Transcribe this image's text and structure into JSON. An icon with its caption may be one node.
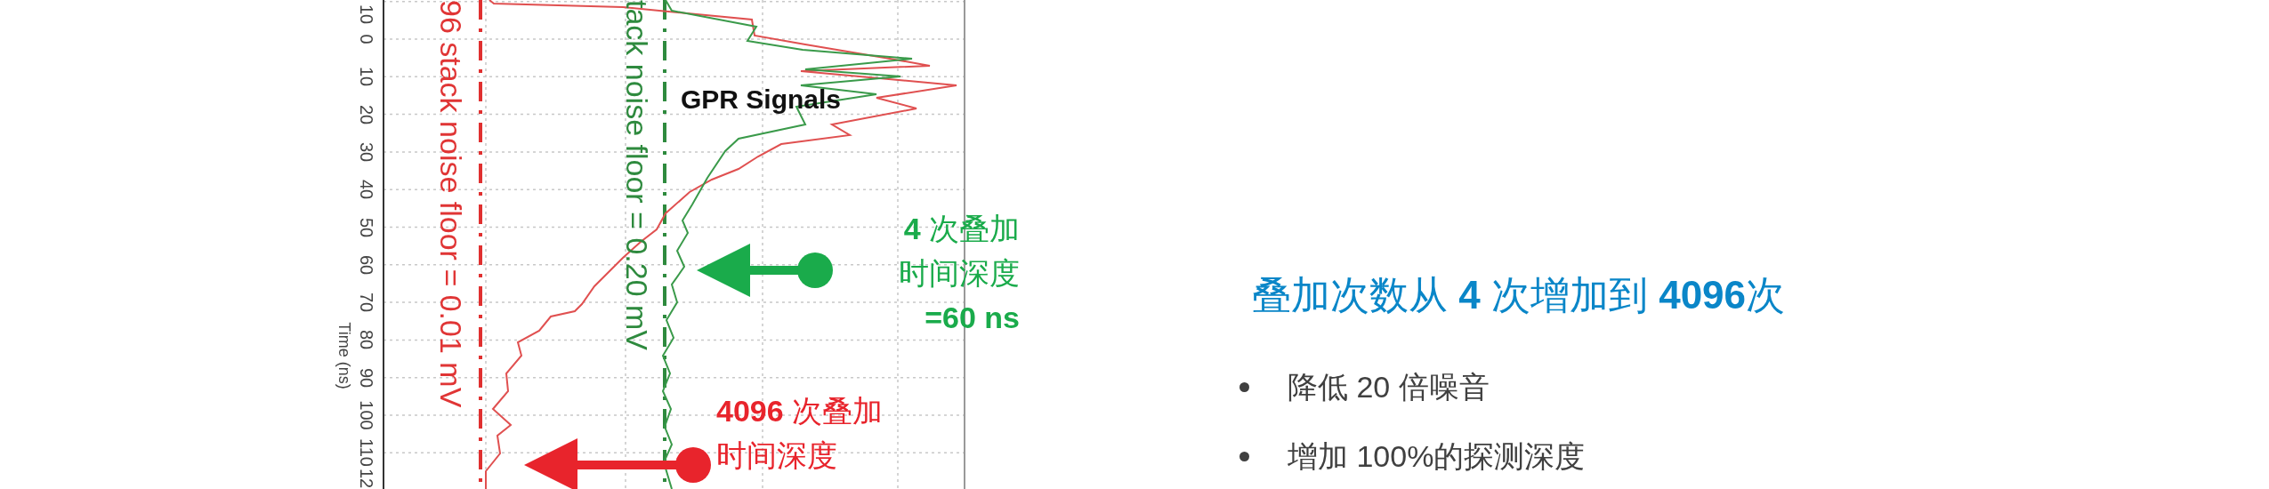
{
  "diagram": {
    "title": "叠加次数从 **4** 次增加到 **4096**次",
    "nodes": [
      {
        "text": [
          "**4** 次叠加时间深度**=60 ns**"
        ]
      },
      {
        "text": [
          "**4096** 次叠加时间深度"
        ]
      }
    ],
    "edges": [
      {
        "from": 0,
        "to": null,
        "arrow": "to",
        "color": "#1aab4b"
      },
      {
        "from": 1,
        "to": null,
        "arrow": "to",
        "color": "#e8242c"
      }
    ],
    "labels": [
      "10",
      "0",
      "10",
      "20",
      "30",
      "40",
      "50",
      "60",
      "70",
      "80",
      "90",
      "100",
      "110",
      "12",
      "Time (ns)",
      "96 stack noise floor = 0.01 mV",
      "tack noise floor = 0.20 mV",
      "GPR Signals",
      "降低 20 倍噪音",
      "增加 100%的探测深度"
    ]
  }
}
